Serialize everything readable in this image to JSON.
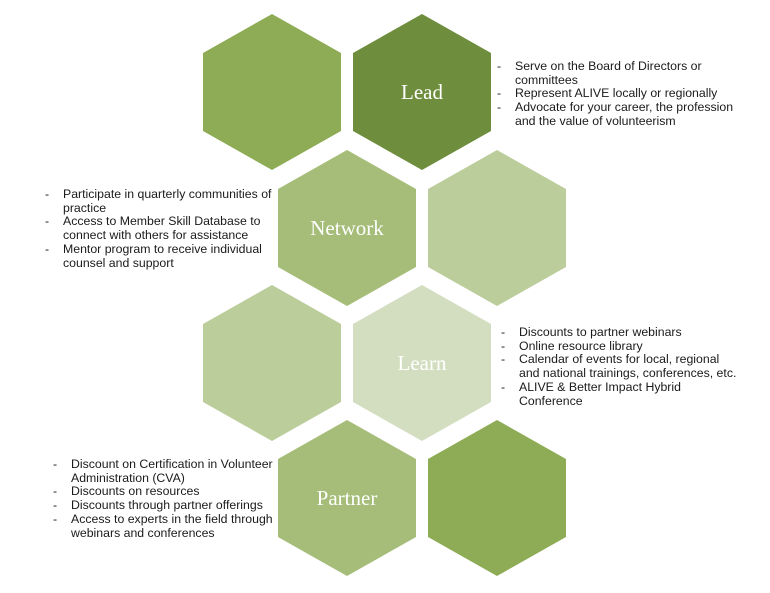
{
  "hexagons": [
    {
      "id": "hex-top-left",
      "label": "",
      "color": "#8eac55"
    },
    {
      "id": "hex-lead",
      "label": "Lead",
      "color": "#6e8e3d"
    },
    {
      "id": "hex-network",
      "label": "Network",
      "color": "#a5bd78"
    },
    {
      "id": "hex-mid-right",
      "label": "",
      "color": "#bccd9c"
    },
    {
      "id": "hex-mid-left",
      "label": "",
      "color": "#bccd9c"
    },
    {
      "id": "hex-learn",
      "label": "Learn",
      "color": "#d3dec0"
    },
    {
      "id": "hex-partner",
      "label": "Partner",
      "color": "#a5bd78"
    },
    {
      "id": "hex-bottom-right",
      "label": "",
      "color": "#8eac55"
    }
  ],
  "lead": {
    "items": [
      "Serve on the Board of Directors or committees",
      "Represent ALIVE locally or regionally",
      "Advocate for your career, the profession and the value of volunteerism"
    ]
  },
  "network": {
    "items": [
      "Participate in quarterly communities of practice",
      "Access to Member Skill Database to connect with others for assistance",
      "Mentor program to receive individual counsel and support"
    ]
  },
  "learn": {
    "items": [
      "Discounts to partner webinars",
      "Online resource library",
      "Calendar of events for local, regional and national trainings, conferences, etc.",
      "ALIVE & Better Impact Hybrid Conference"
    ]
  },
  "partner": {
    "items": [
      "Discount on Certification in Volunteer Administration (CVA)",
      "Discounts on resources",
      "Discounts through partner offerings",
      "Access to experts in the field through webinars and conferences"
    ]
  }
}
